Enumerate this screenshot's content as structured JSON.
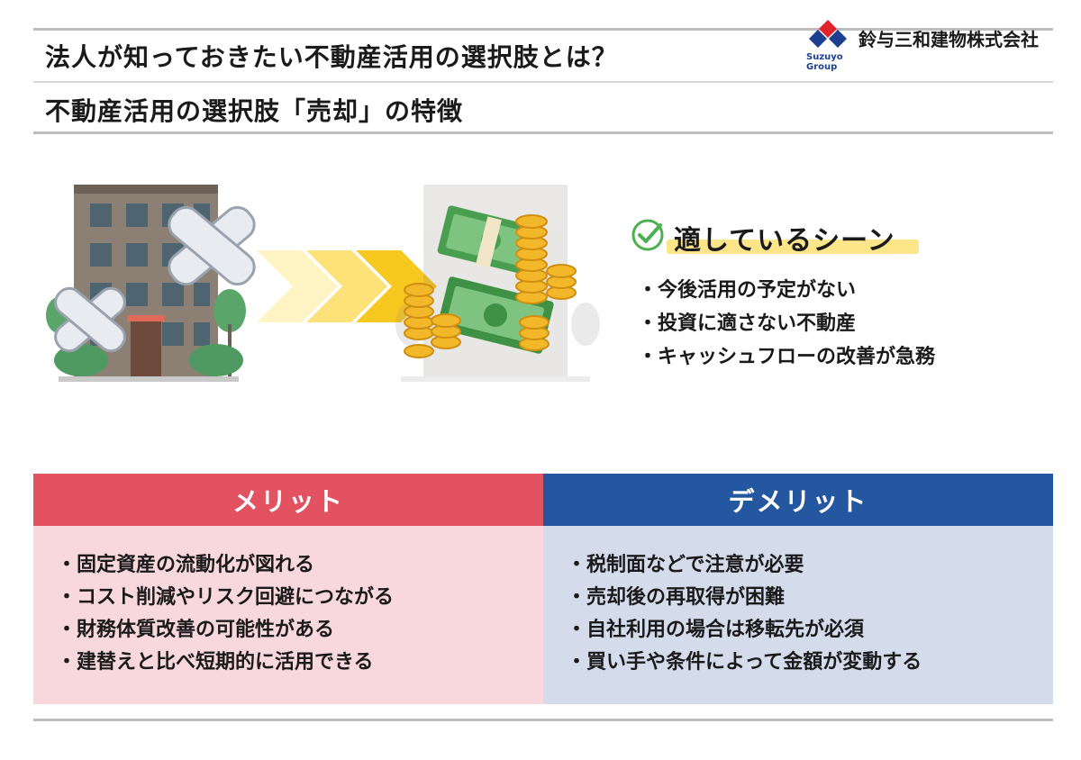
{
  "header": {
    "title": "法人が知っておきたい不動産活用の選択肢とは？",
    "subtitle": "不動産活用の選択肢「売却」の特徴"
  },
  "logo": {
    "company_name": "鈴与三和建物株式会社",
    "group_line1": "Suzuyo",
    "group_line2": "Group",
    "colors": {
      "red": "#e0232b",
      "blue": "#1e3f8f"
    }
  },
  "scene": {
    "title": "適しているシーン",
    "icon": "check-circle-icon",
    "items": [
      "・今後活用の予定がない",
      "・投資に適さない不動産",
      "・キャッシュフローの改善が急務"
    ]
  },
  "merit": {
    "header": "メリット",
    "color": "#e25260",
    "items": [
      "・固定資産の流動化が図れる",
      "・コスト削減やリスク回避につながる",
      "・財務体質改善の可能性がある",
      "・建替えと比べ短期的に活用できる"
    ]
  },
  "demerit": {
    "header": "デメリット",
    "color": "#2457a0",
    "items": [
      "・税制面などで注意が必要",
      "・売却後の再取得が困難",
      "・自社利用の場合は移転先が必須",
      "・買い手や条件によって金額が変動する"
    ]
  }
}
